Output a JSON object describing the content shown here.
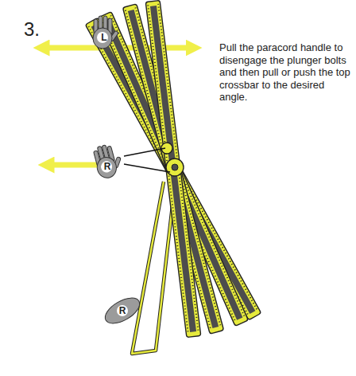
{
  "diagram": {
    "nodes": [
      {
        "text": [
          "L"
        ]
      },
      {
        "text": [
          "R"
        ]
      },
      {
        "text": [
          "R"
        ]
      }
    ],
    "edges": [],
    "labels": [
      "3.",
      "Pull the paracord handle to disengage the plunger bolts and then pull or push the top crossbar to the desired angle."
    ]
  }
}
